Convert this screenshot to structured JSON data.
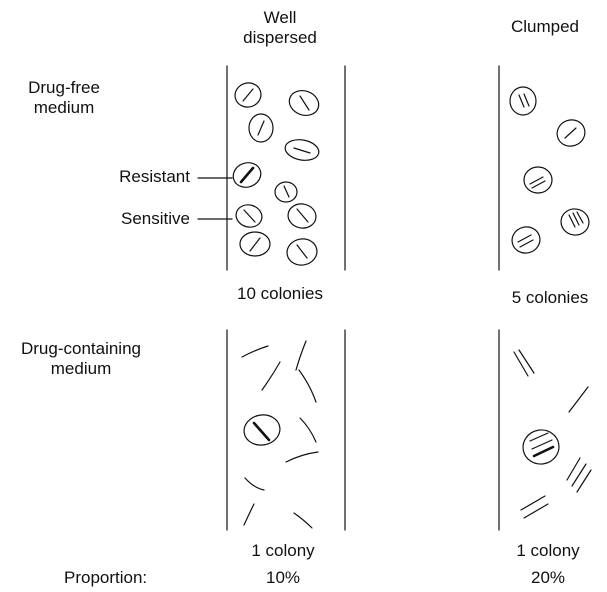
{
  "columns": {
    "dispersed_title_line1": "Well",
    "dispersed_title_line2": "dispersed",
    "clumped_title": "Clumped"
  },
  "rows": {
    "drug_free_line1": "Drug-free",
    "drug_free_line2": "medium",
    "drug_containing_line1": "Drug-containing",
    "drug_containing_line2": "medium"
  },
  "labels": {
    "resistant": "Resistant",
    "sensitive": "Sensitive"
  },
  "counts": {
    "dispersed_free": "10 colonies",
    "clumped_free": "5 colonies",
    "dispersed_drug": "1 colony",
    "clumped_drug": "1 colony"
  },
  "proportion": {
    "label": "Proportion:",
    "dispersed": "10%",
    "clumped": "20%"
  }
}
